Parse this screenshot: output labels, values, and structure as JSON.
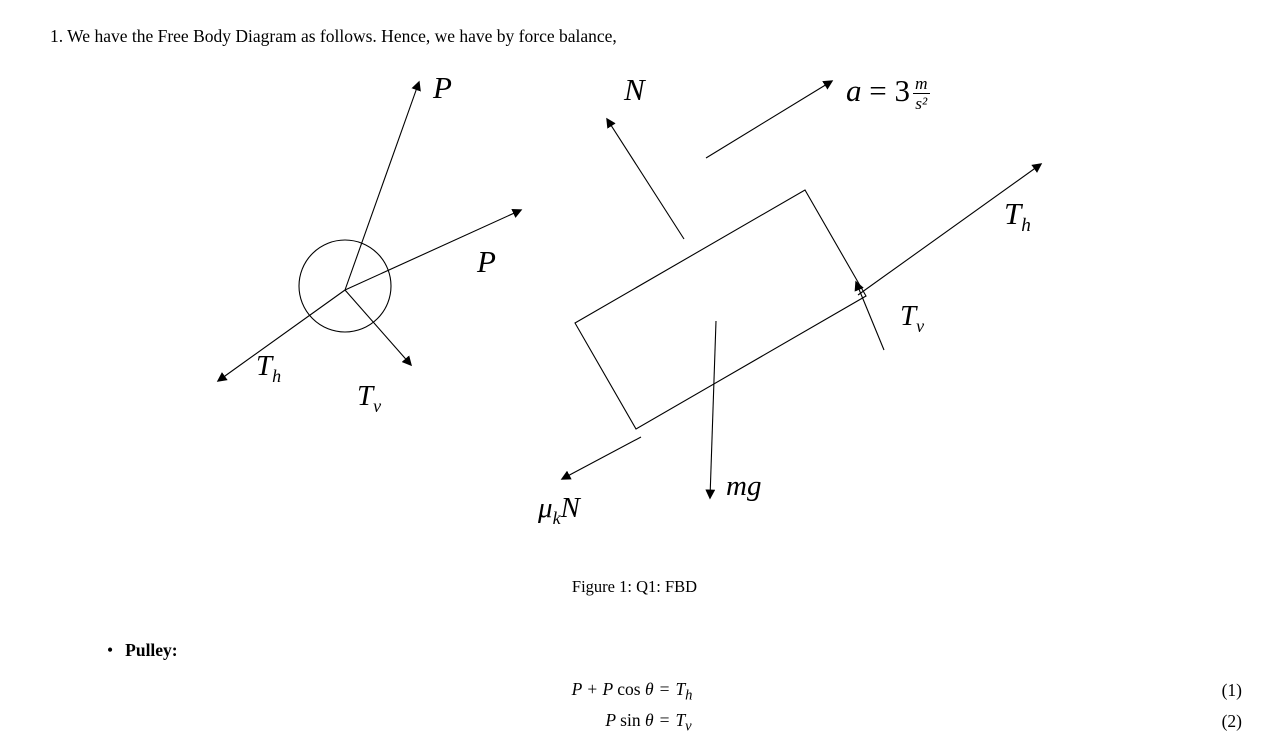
{
  "document": {
    "intro": "1. We have the Free Body Diagram as follows. Hence, we have by force balance,",
    "figure_caption": "Figure 1: Q1: FBD",
    "bullet_marker": "•",
    "bullet_label": "Pulley:"
  },
  "diagram": {
    "pulley": {
      "p_upper": "P",
      "p_lower": "P",
      "th_main": "T",
      "th_sub": "h",
      "tv_main": "T",
      "tv_sub": "v"
    },
    "block": {
      "n": "N",
      "a_var": "a",
      "a_eq": " = 3",
      "a_frac_num": "m",
      "a_frac_den": "s²",
      "th_main": "T",
      "th_sub": "h",
      "tv_main": "T",
      "tv_sub": "v",
      "mg": "mg",
      "mu": "μ",
      "mu_sub": "k",
      "mu_n": "N"
    }
  },
  "equations": {
    "eq1": {
      "lhs_var": "P + P ",
      "fn": "cos",
      "lhs_tail": " θ",
      "equals": "=",
      "rhs_main": "T",
      "rhs_sub": "h",
      "number": "(1)"
    },
    "eq2": {
      "lhs_var": "P ",
      "fn": "sin",
      "lhs_tail": " θ",
      "equals": "=",
      "rhs_main": "T",
      "rhs_sub": "v",
      "number": "(2)"
    }
  },
  "colors": {
    "ink": "#000000",
    "background": "#ffffff"
  }
}
